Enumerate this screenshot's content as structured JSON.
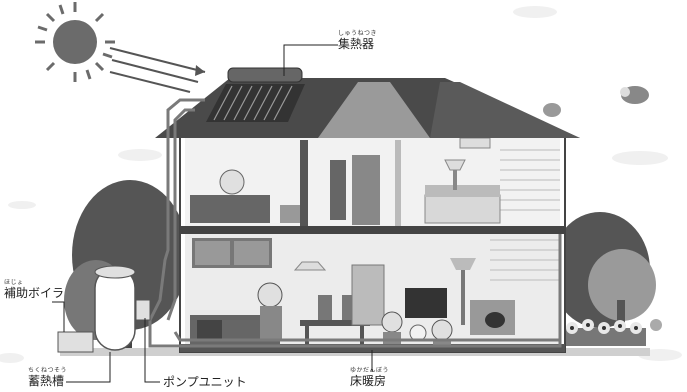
{
  "labels": {
    "collector": {
      "text": "集熱器",
      "ruby": "しゅうねつき"
    },
    "aux_boiler": {
      "text": "補助ボイラ",
      "ruby": "ほじょ"
    },
    "storage_tank": {
      "text": "蓄熱槽",
      "ruby": "ちくねつそう"
    },
    "pump_unit": {
      "text": "ポンプユニット",
      "ruby": ""
    },
    "floor_heating": {
      "text": "床暖房",
      "ruby": "ゆかだんぼう"
    }
  },
  "colors": {
    "sun": "#6b6b6b",
    "roof": "#4a4a4a",
    "wall": "#ffffff",
    "tree_dark": "#555555",
    "tree_light": "#9a9a9a",
    "floor": "#bdbdbd",
    "pipe": "#7a7a7a"
  }
}
